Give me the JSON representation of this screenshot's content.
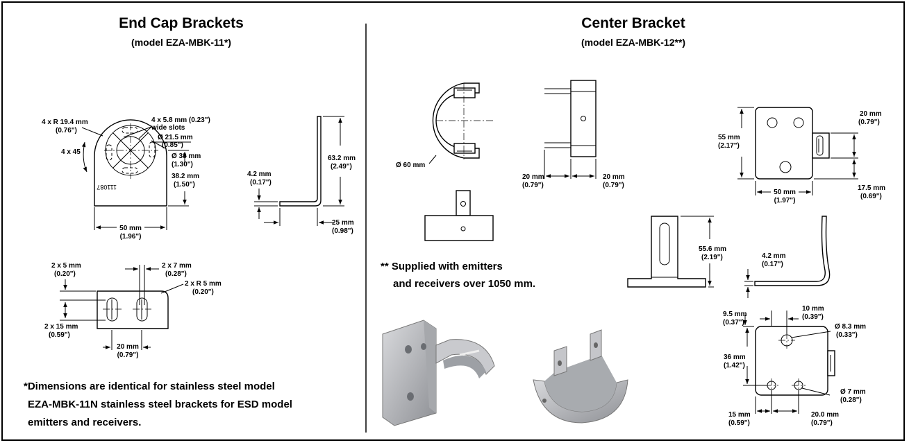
{
  "left": {
    "title": "End Cap Brackets",
    "subtitle": "(model EZA-MBK-11*)",
    "top_view": {
      "r_label": "4 x R 19.4 mm",
      "r_label_in": "(0.76\")",
      "slot_label": "4 x 5.8 mm (0.23\")",
      "slot_label2": "wide slots",
      "d1": "Ø 21.5 mm",
      "d1_in": "(0.85\")",
      "d2": "Ø 33 mm",
      "d2_in": "(1.30\")",
      "angle": "4 x 45",
      "h": "38.2 mm",
      "h_in": "(1.50\")",
      "w": "50 mm",
      "w_in": "(1.96\")",
      "part_no": "111087"
    },
    "side_view": {
      "h": "63.2 mm",
      "h_in": "(2.49\")",
      "t": "4.2 mm",
      "t_in": "(0.17\")",
      "l": "25 mm",
      "l_in": "(0.98\")"
    },
    "bottom_view": {
      "a": "2 x 5 mm",
      "a_in": "(0.20\")",
      "b": "2 x 7 mm",
      "b_in": "(0.28\")",
      "r": "2 x R 5 mm",
      "r_in": "(0.20\")",
      "c": "2 x 15 mm",
      "c_in": "(0.59\")",
      "d": "20 mm",
      "d_in": "(0.79\")"
    },
    "note_line1": "*Dimensions are identical for stainless steel model",
    "note_line2": "EZA-MBK-11N stainless steel brackets for ESD model",
    "note_line3": "emitters and receivers."
  },
  "right": {
    "title": "Center Bracket",
    "subtitle": "(model EZA-MBK-12**)",
    "dia": "Ø 60 mm",
    "mid": {
      "a": "20 mm",
      "a_in": "(0.79\")",
      "b": "20 mm",
      "b_in": "(0.79\")"
    },
    "plate": {
      "h": "55 mm",
      "h_in": "(2.17\")",
      "tab": "20 mm",
      "tab_in": "(0.79\")",
      "w": "50 mm",
      "w_in": "(1.97\")",
      "off": "17.5 mm",
      "off_in": "(0.69\")"
    },
    "stand": {
      "h": "55.6 mm",
      "h_in": "(2.19\")"
    },
    "hook": {
      "t": "4.2 mm",
      "t_in": "(0.17\")"
    },
    "holes": {
      "a": "9.5 mm",
      "a_in": "(0.37\")",
      "b": "10 mm",
      "b_in": "(0.39\")",
      "c": "Ø 8.3 mm",
      "c_in": "(0.33\")",
      "h": "36 mm",
      "h_in": "(1.42\")",
      "d": "Ø 7 mm",
      "d_in": "(0.28\")",
      "e": "15 mm",
      "e_in": "(0.59\")",
      "f": "20.0 mm",
      "f_in": "(0.79\")"
    },
    "note_line1": "** Supplied with emitters",
    "note_line2": "and receivers over 1050 mm."
  }
}
